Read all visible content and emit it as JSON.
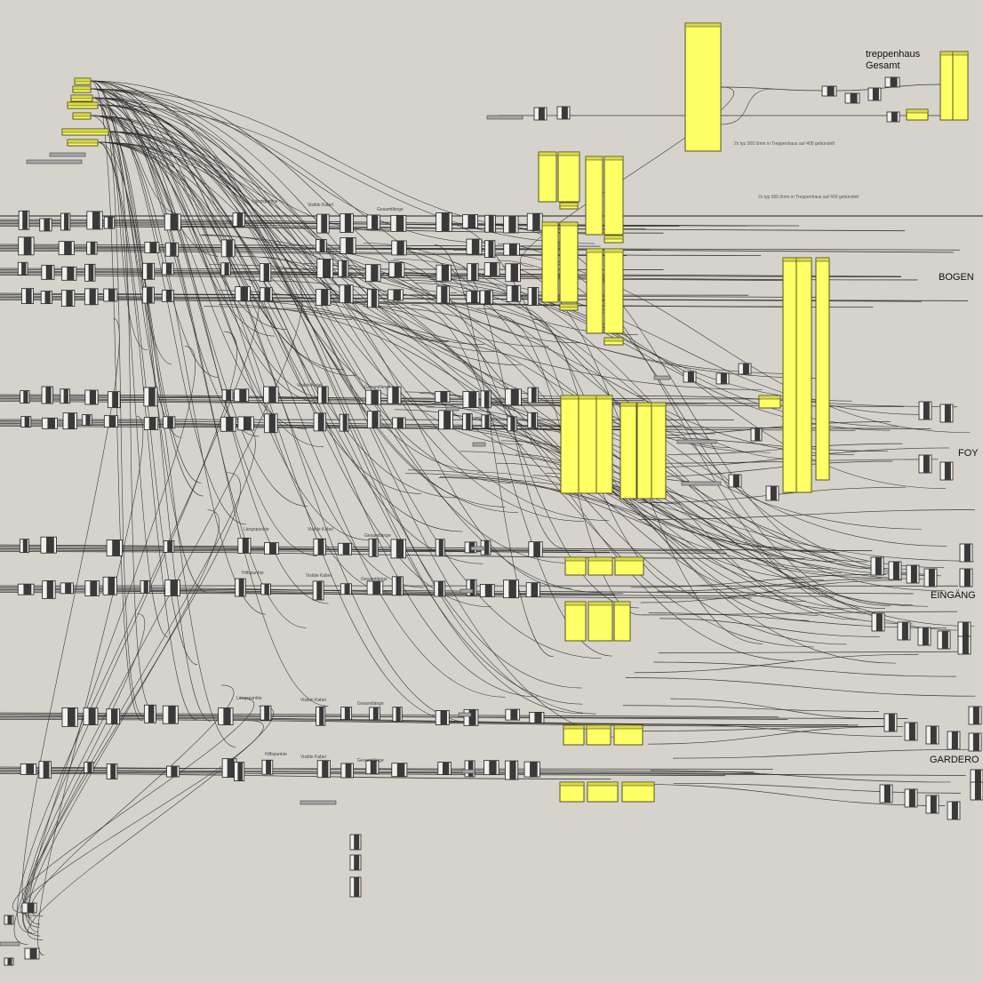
{
  "canvas": {
    "background": "#d5d3cc",
    "wire_color": "#2a2a2a",
    "panel_color": "#ffff66",
    "panel_border": "#55551c",
    "component_dark": "#3a3a3a",
    "component_light": "#f0f0ec",
    "slider_color": "#a6a6a6"
  },
  "labels": {
    "treppenhaus_line1": "treppenhaus",
    "treppenhaus_line2": "Gesamt",
    "bogen": "BOGEN",
    "foyer": "FOY",
    "eingang": "EINGÄNG",
    "garderobe": "GARDERO"
  },
  "notes": {
    "treppenhaus_note1": "2x typ 500.0mm in Treppenhaus auf 400 gebündelt",
    "treppenhaus_note2": "2x typ 500.0mm in Treppenhaus auf 400 gebündelt"
  },
  "node_tags": {
    "visible_kabel": "Visible Kabel",
    "gesamtlaenge": "Gesamtlänge",
    "laengspunkte": "Längspunkte",
    "hilfspunkte": "Hilfspunkte"
  }
}
